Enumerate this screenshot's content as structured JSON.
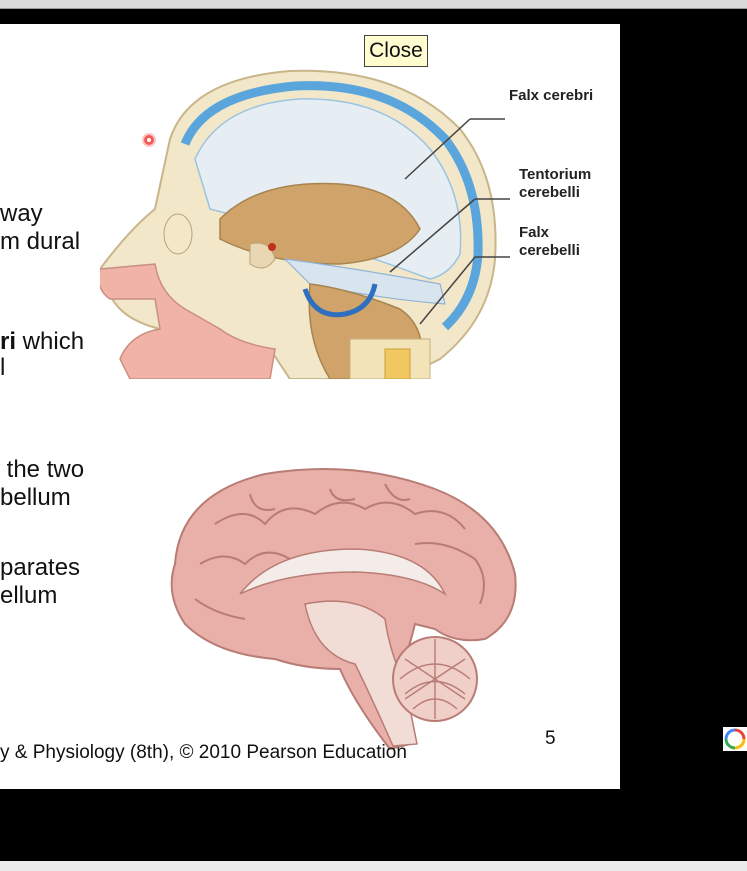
{
  "slide": {
    "text_lines": [
      "way",
      "m dural",
      "ri",
      " which",
      "l",
      " the two",
      "bellum",
      "parates",
      "ellum"
    ],
    "labels": {
      "falx_cerebri": "Falx cerebri",
      "tentorium_1": "Tentorium",
      "tentorium_2": "cerebelli",
      "falx_cerebelli_1": "Falx",
      "falx_cerebelli_2": "cerebelli"
    },
    "footer": "y & Physiology (8th), © 2010 Pearson Education",
    "slide_number": "5",
    "close_label": "Close"
  },
  "colors": {
    "slide_bg": "#ffffff",
    "outer_bg": "#000000",
    "dura_blue": "#5aa6dc",
    "brain_pink": "#e8b0a8",
    "skin_pink": "#f0b3a5",
    "close_bg": "#fffcd0"
  },
  "icons": {
    "marker": "red-dot-marker-icon",
    "extension": "colorful-swirl-icon"
  }
}
